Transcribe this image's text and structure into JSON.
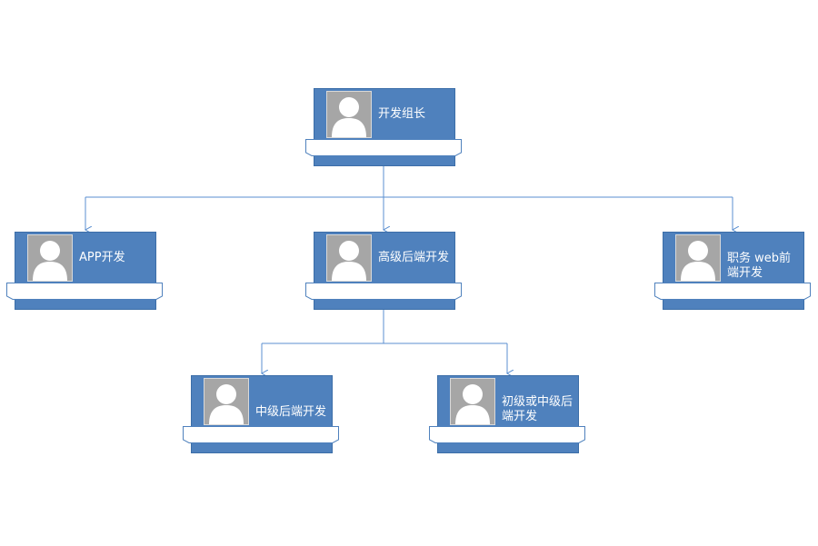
{
  "org_chart": {
    "root": {
      "title": "开发组长"
    },
    "level2": [
      {
        "title": "APP开发"
      },
      {
        "title": "高级后端开发"
      },
      {
        "title": "职务 web前端开发"
      }
    ],
    "level3": [
      {
        "title": "中级后端开发"
      },
      {
        "title": "初级或中级后端开发"
      }
    ]
  },
  "colors": {
    "card": "#4f81bd",
    "connector": "#5b8fd0",
    "photo": "#a6a6a6"
  },
  "icons": {
    "photo": "person-silhouette-icon"
  }
}
